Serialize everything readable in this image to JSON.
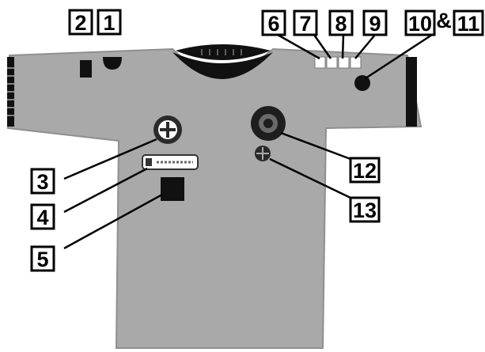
{
  "diagram": {
    "colors": {
      "shirt": "#a9a9a9",
      "shirt_edge": "#8f8f8f",
      "collar": "#111111",
      "sleeve_band": "#111111",
      "badge_dark": "#2a2a2a",
      "badge_white": "#ffffff",
      "leader_line": "#000000"
    },
    "labels": [
      {
        "id": "1",
        "text": "1"
      },
      {
        "id": "2",
        "text": "2"
      },
      {
        "id": "3",
        "text": "3"
      },
      {
        "id": "4",
        "text": "4"
      },
      {
        "id": "5",
        "text": "5"
      },
      {
        "id": "6",
        "text": "6"
      },
      {
        "id": "7",
        "text": "7"
      },
      {
        "id": "8",
        "text": "8"
      },
      {
        "id": "9",
        "text": "9"
      },
      {
        "id": "10",
        "text": "10"
      },
      {
        "id": "amp",
        "text": "&"
      },
      {
        "id": "11",
        "text": "11"
      },
      {
        "id": "12",
        "text": "12"
      },
      {
        "id": "13",
        "text": "13"
      }
    ],
    "icons": {
      "shirt": "t-shirt-icon",
      "badge_round": "round-badge-icon",
      "badge_tag": "name-tag-icon",
      "badge_square": "square-patch-icon"
    }
  }
}
